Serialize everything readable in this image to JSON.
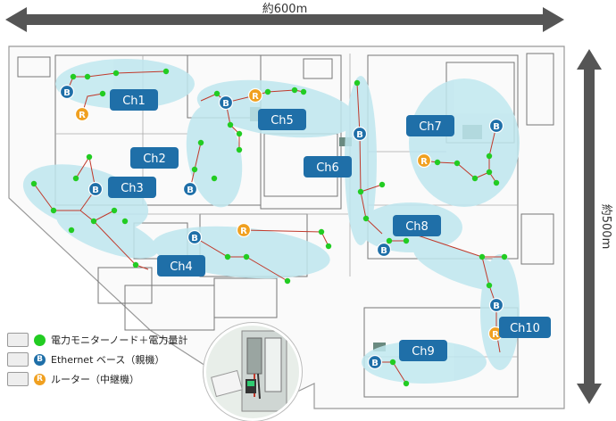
{
  "dimensions": {
    "width_label": "約600m",
    "height_label": "約500m"
  },
  "channels": [
    {
      "id": "ch1",
      "label": "Ch1"
    },
    {
      "id": "ch2",
      "label": "Ch2"
    },
    {
      "id": "ch3",
      "label": "Ch3"
    },
    {
      "id": "ch4",
      "label": "Ch4"
    },
    {
      "id": "ch5",
      "label": "Ch5"
    },
    {
      "id": "ch6",
      "label": "Ch6"
    },
    {
      "id": "ch7",
      "label": "Ch7"
    },
    {
      "id": "ch8",
      "label": "Ch8"
    },
    {
      "id": "ch9",
      "label": "Ch9"
    },
    {
      "id": "ch10",
      "label": "Ch10"
    }
  ],
  "markers": {
    "base_letter": "B",
    "router_letter": "R"
  },
  "legend": {
    "node": "電力モニターノード＋電力量計",
    "base": "Ethernet ベース（親機）",
    "router": "ルーター（中継機）"
  },
  "colors": {
    "channel_label": "#1f6fa8",
    "zone": "#bfe7ef",
    "node": "#22cc22",
    "base": "#1f6fa8",
    "router": "#f0a020",
    "link": "#c0392b",
    "building": "#777777",
    "arrow": "#555555"
  }
}
